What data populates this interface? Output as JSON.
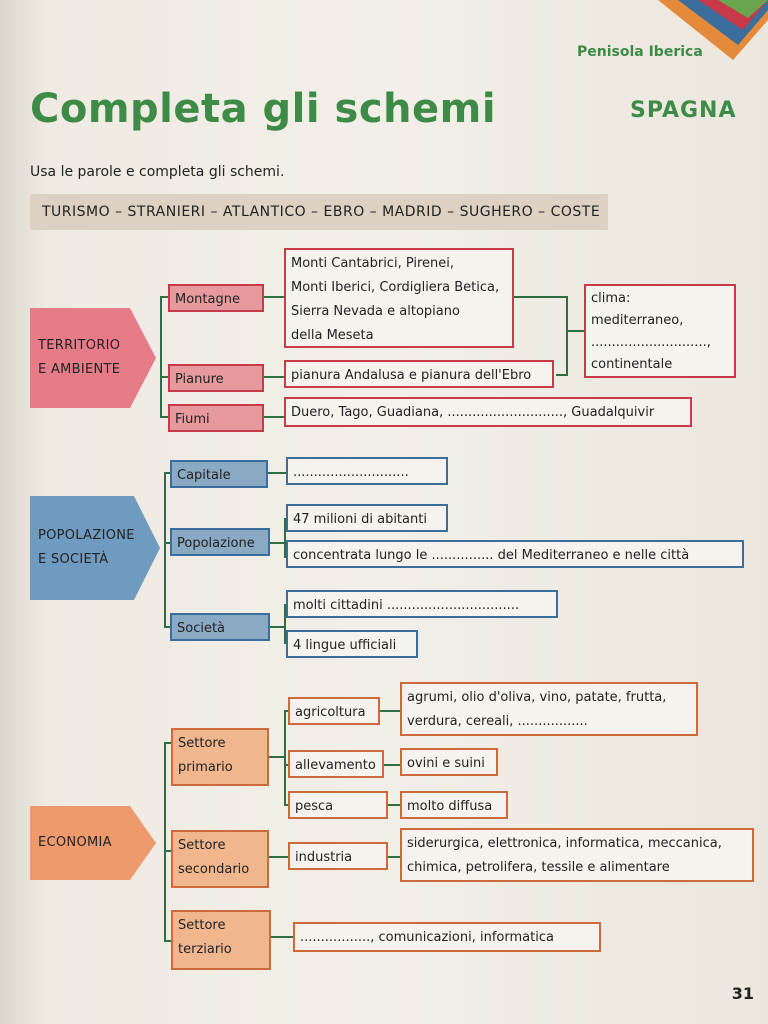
{
  "header": {
    "section": "Penisola Iberica",
    "title": "Completa gli schemi",
    "country": "SPAGNA"
  },
  "instructions": "Usa le parole e completa gli schemi.",
  "word_bank": "TURISMO – STRANIERI – ATLANTICO – EBRO – MADRID – SUGHERO – COSTE",
  "territorio": {
    "title_lines": [
      "TERRITORIO",
      "E AMBIENTE"
    ],
    "montagne": "Montagne",
    "montagne_detail": [
      "Monti Cantabrici, Pirenei,",
      "Monti Iberici, Cordigliera Betica,",
      "Sierra Nevada e altopiano",
      "della Meseta"
    ],
    "clima": [
      "clima:",
      "mediterraneo,",
      "............................,",
      "continentale"
    ],
    "pianure": "Pianure",
    "pianure_detail": "pianura Andalusa e pianura dell'Ebro",
    "fiumi": "Fiumi",
    "fiumi_detail": "Duero, Tago, Guadiana, ............................, Guadalquivir"
  },
  "popolazione": {
    "title_lines": [
      "POPOLAZIONE",
      "E SOCIETÀ"
    ],
    "capitale": "Capitale",
    "capitale_detail": "............................",
    "popolazione": "Popolazione",
    "abitanti": "47 milioni di abitanti",
    "concentrata": "concentrata lungo le ............... del Mediterraneo e nelle città",
    "societa": "Società",
    "cittadini": "molti cittadini ................................",
    "lingue": "4 lingue ufficiali"
  },
  "economia": {
    "title": "ECONOMIA",
    "primario": [
      "Settore",
      "primario"
    ],
    "agricoltura": "agricoltura",
    "agricoltura_detail": [
      "agrumi, olio d'oliva, vino, patate, frutta,",
      "verdura, cereali, ................."
    ],
    "allevamento": "allevamento",
    "allevamento_detail": "ovini e suini",
    "pesca": "pesca",
    "pesca_detail": "molto diffusa",
    "secondario": [
      "Settore",
      "secondario"
    ],
    "industria": "industria",
    "industria_detail": [
      "siderurgica, elettronica, informatica, meccanica,",
      "chimica, petrolifera, tessile e alimentare"
    ],
    "terziario": [
      "Settore",
      "terziario"
    ],
    "terziario_detail": "................., comunicazioni, informatica"
  },
  "page_number": "31"
}
